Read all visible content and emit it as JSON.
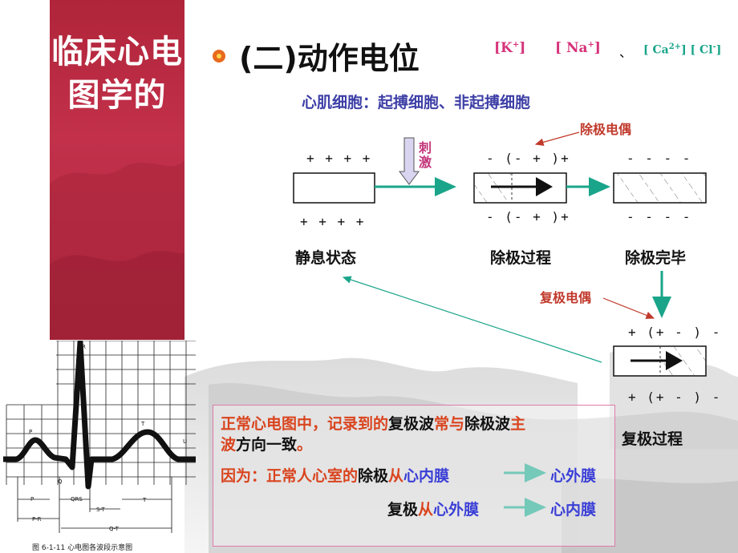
{
  "title": "临床心电图学的",
  "section_title": "(二)动作电位",
  "ions": {
    "k": "[K",
    "k_sup": "+",
    "k_end": "]",
    "na": "[ Na",
    "na_sup": "+",
    "na_end": "]",
    "sep": "、",
    "ca": "[ Ca",
    "ca_sup": "2+",
    "ca_end": "] [ Cl",
    "cl_sup": "-",
    "cl_end": "]"
  },
  "sub_heading": "心肌细胞：起搏细胞、非起搏细胞",
  "stimulus": "刺\n激",
  "depolarization_dipole": "除极电偶",
  "repolarization_dipole": "复极电偶",
  "resting": {
    "top_signs": "+ + + +",
    "bottom_signs": "+ + + +",
    "label": "静息状态"
  },
  "depolarizing": {
    "top_signs": "- (- + )+",
    "bottom_signs": "- (- + )+",
    "label": "除极过程"
  },
  "depolarized": {
    "top_signs": "-  -  -  -",
    "bottom_signs": "-  -  -  -",
    "label": "除极完毕"
  },
  "repolarizing": {
    "top_signs": "+ (+ -  ) -",
    "bottom_signs": "+ (+ -  ) -",
    "label": "复极过程"
  },
  "note": {
    "line1_a": "正常心电图中，记录到的",
    "line1_b": "复极波",
    "line1_c": "常与",
    "line1_d": "除极波",
    "line1_e": "主",
    "line2_a": "波",
    "line2_b": "方向一致",
    "line2_c": "。",
    "line3_a": "因为：正常人心室的",
    "line3_b": "除极",
    "line3_c": "从",
    "line3_d": "心内膜",
    "line3_e": "心外膜",
    "line4_a": "复极",
    "line4_b": "从",
    "line4_c": "心外膜",
    "line4_d": "心内膜"
  },
  "ecg": {
    "caption": "图 6-1-11   心电图各波段示意图",
    "labels": {
      "r": "R",
      "p": "P",
      "t": "T",
      "u": "U",
      "q": "Q",
      "s": "S",
      "p_int": "P",
      "qrs": "QRS",
      "st": "S-T",
      "t_int": "T",
      "pr": "P-R",
      "qt": "Q-T"
    }
  },
  "colors": {
    "banner": "#b52a42",
    "arrow_teal": "#1aa58a",
    "note_border": "#e07aa8",
    "red_text": "#c0392b",
    "blue_text": "#3b3fd6"
  }
}
